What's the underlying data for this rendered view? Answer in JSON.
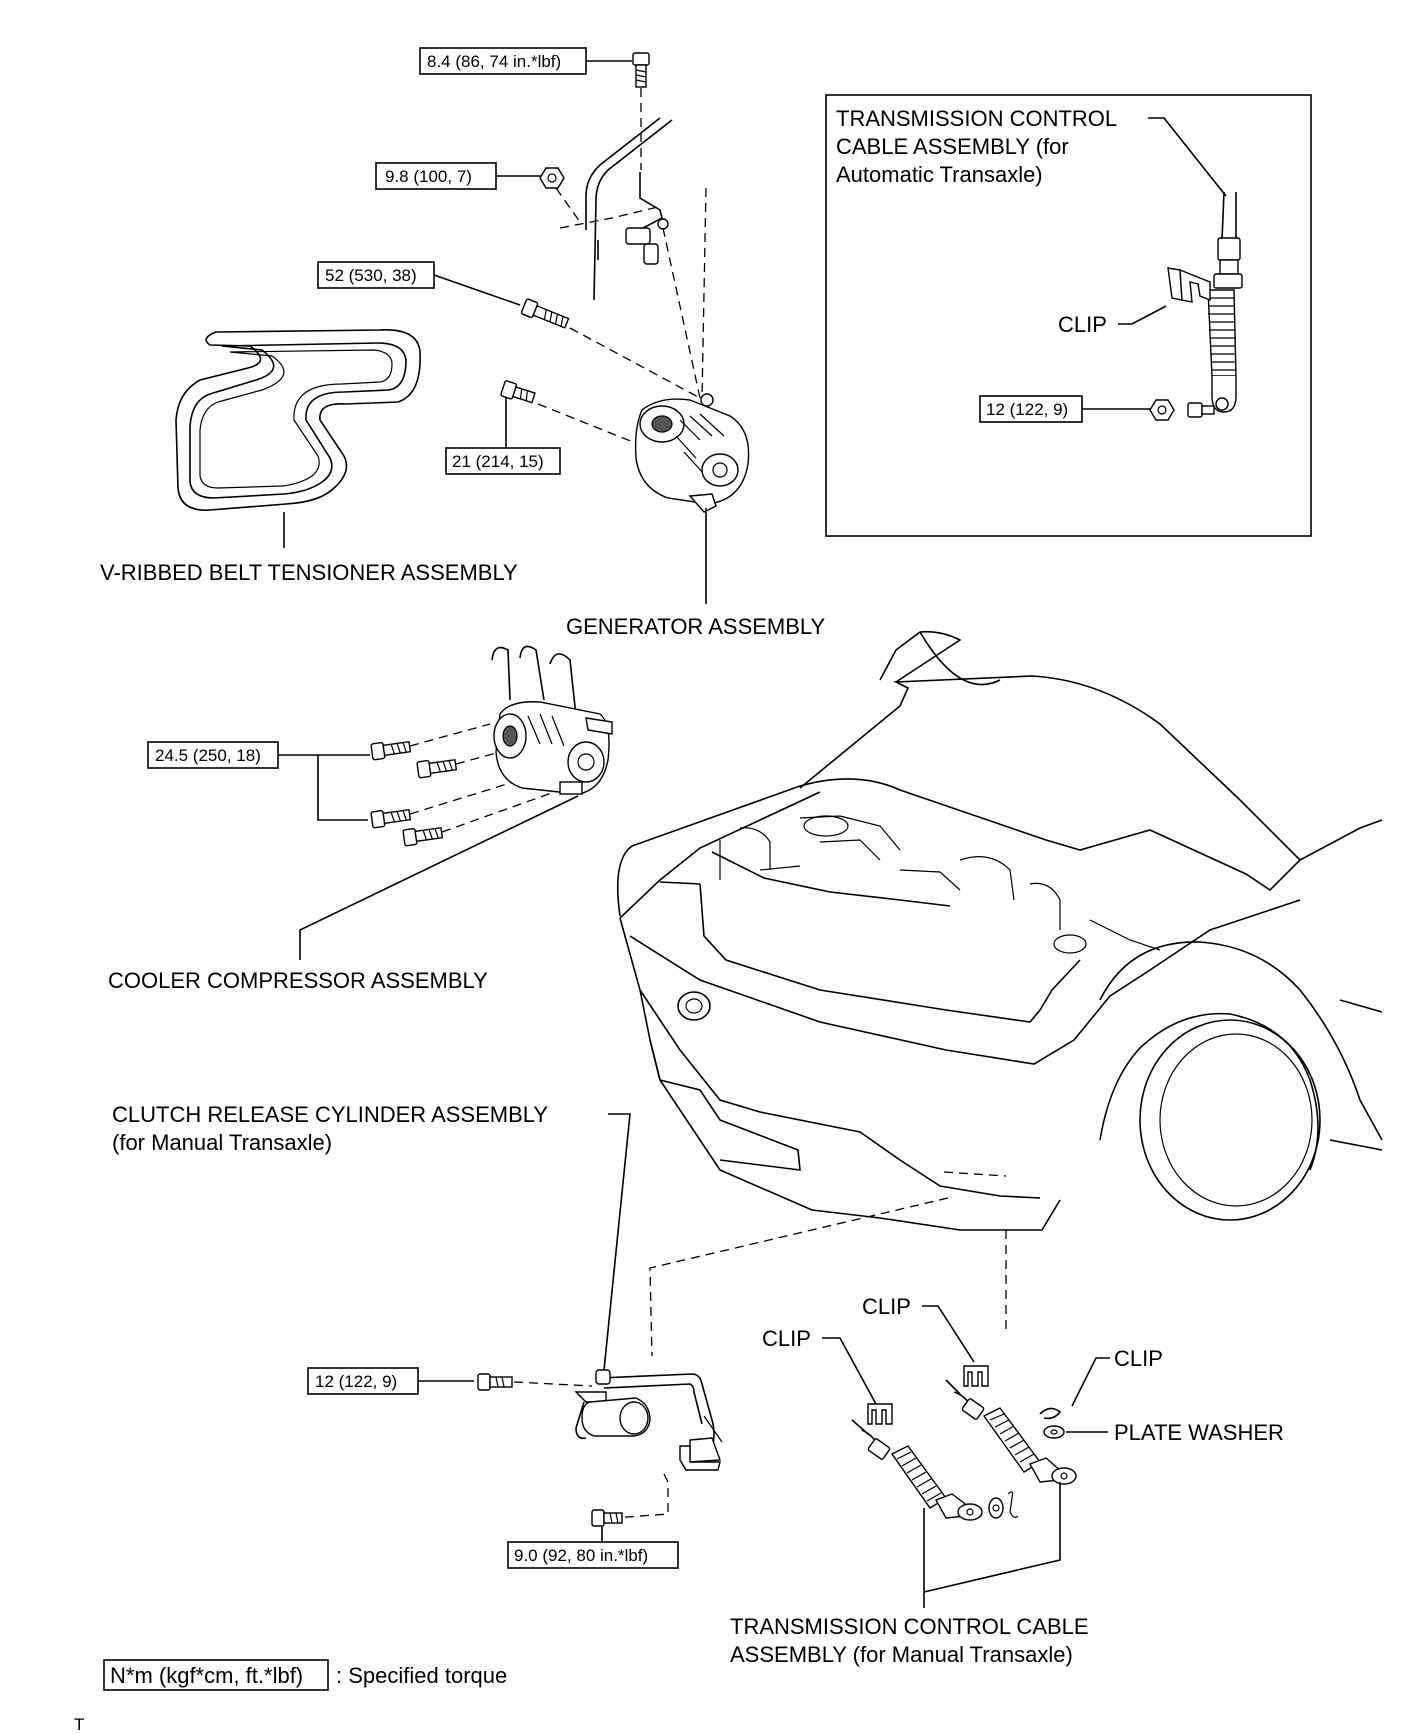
{
  "torques": {
    "t1": "8.4 (86, 74 in.*lbf)",
    "t2": "9.8 (100, 7)",
    "t3": "52 (530, 38)",
    "t4": "21 (214, 15)",
    "t5": "24.5 (250, 18)",
    "t6": "12 (122, 9)",
    "t7": "9.0 (92, 80 in.*lbf)",
    "t8": "12 (122, 9)"
  },
  "inset": {
    "title_line1": "TRANSMISSION CONTROL",
    "title_line2": "CABLE ASSEMBLY (for",
    "title_line3": "Automatic Transaxle)",
    "clip": "CLIP"
  },
  "labels": {
    "belt": "V-RIBBED BELT TENSIONER ASSEMBLY",
    "generator": "GENERATOR ASSEMBLY",
    "compressor": "COOLER COMPRESSOR ASSEMBLY",
    "clutch_line1": "CLUTCH RELEASE CYLINDER ASSEMBLY",
    "clutch_line2": "(for Manual Transaxle)",
    "clip_a": "CLIP",
    "clip_b": "CLIP",
    "clip_c": "CLIP",
    "plate_washer": "PLATE WASHER",
    "tcc_line1": "TRANSMISSION CONTROL CABLE",
    "tcc_line2": "ASSEMBLY (for Manual Transaxle)"
  },
  "legend": {
    "unit": "N*m (kgf*cm, ft.*lbf)",
    "text": ": Specified torque"
  },
  "corner_mark": "T"
}
